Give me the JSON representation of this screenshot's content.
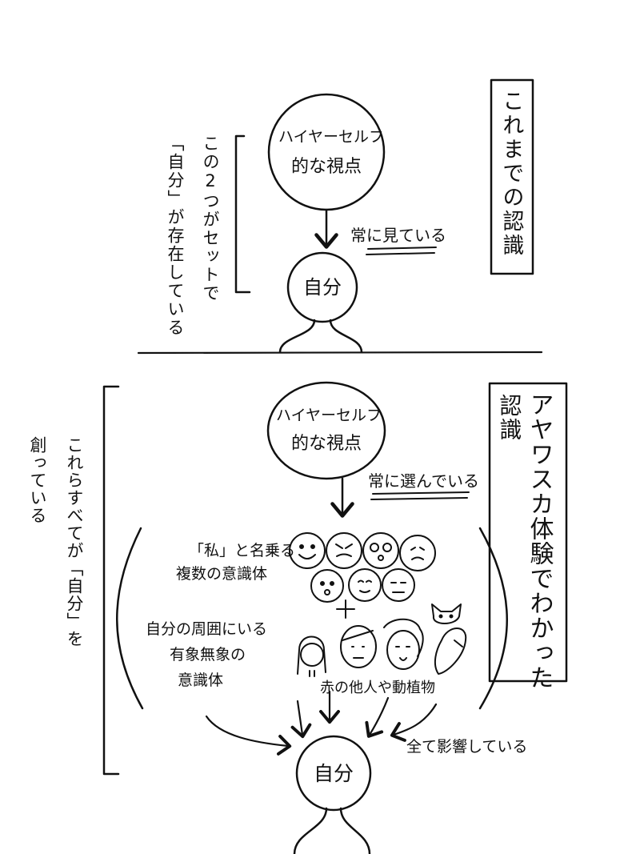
{
  "top": {
    "title": "これまでの認識",
    "bracket_note": [
      "この2つがセットで",
      "「自分」が存在している"
    ],
    "higher_self": [
      "ハイヤーセルフ",
      "的な視点"
    ],
    "arrow_label": "常に見ている",
    "self": "自分"
  },
  "bottom": {
    "title": [
      "アヤワスカ体験でわかった",
      "認識"
    ],
    "bracket_note": [
      "これらすべてが「自分」を",
      "創っている"
    ],
    "higher_self": [
      "ハイヤーセルフ",
      "的な視点"
    ],
    "arrow_label": "常に選んでいる",
    "consciousness": [
      "「私」と名乗る",
      "複数の意識体"
    ],
    "plus": "+",
    "surroundings": [
      "自分の周囲にいる",
      "有象無象の",
      "意識体"
    ],
    "others": "赤の他人や動植物",
    "influence": "全て影響している",
    "self": "自分"
  }
}
